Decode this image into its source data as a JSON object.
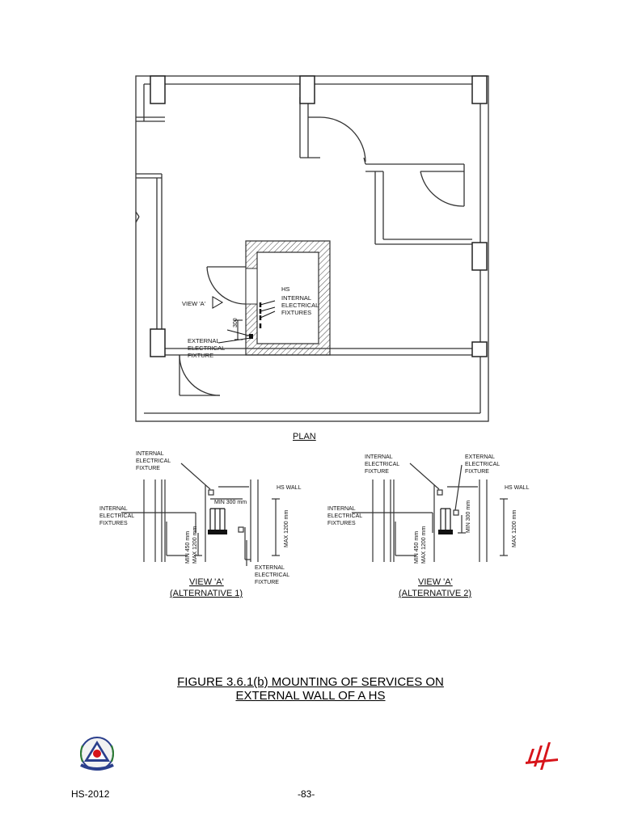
{
  "plan": {
    "title": "PLAN",
    "labels": {
      "view_a": "VIEW 'A'",
      "hs": "HS",
      "internal_fixtures": [
        "INTERNAL",
        "ELECTRICAL",
        "FIXTURES"
      ],
      "external_fixture": [
        "EXTERNAL",
        "ELECTRICAL",
        "FIXTURE"
      ],
      "dimension": "300"
    }
  },
  "alt1": {
    "title": "VIEW 'A'",
    "subtitle": "(ALTERNATIVE 1)",
    "internal_fixture": [
      "INTERNAL",
      "ELECTRICAL",
      "FIXTURE"
    ],
    "hs_wall": "HS WALL",
    "min_300": "MIN 300 mm",
    "internal_fixtures": [
      "INTERNAL",
      "ELECTRICAL",
      "FIXTURES"
    ],
    "min_450": "MIN 450 mm",
    "max_1200a": "MAX 1200 mm",
    "max_1200b": "MAX 1200 mm",
    "external_fixture": [
      "EXTERNAL",
      "ELECTRICAL",
      "FIXTURE"
    ]
  },
  "alt2": {
    "title": "VIEW 'A'",
    "subtitle": "(ALTERNATIVE 2)",
    "internal_fixture": [
      "INTERNAL",
      "ELECTRICAL",
      "FIXTURE"
    ],
    "external_fixture": [
      "EXTERNAL",
      "ELECTRICAL",
      "FIXTURE"
    ],
    "hs_wall": "HS WALL",
    "internal_fixtures": [
      "INTERNAL",
      "ELECTRICAL",
      "FIXTURES"
    ],
    "min_300": "MIN 300 mm",
    "min_450": "MIN 450 mm",
    "max_1200a": "MAX 1200 mm",
    "max_1200b": "MAX 1200 mm"
  },
  "caption": {
    "line1": "FIGURE 3.6.1(b)  MOUNTING OF SERVICES ON",
    "line2": "EXTERNAL WALL OF A HS"
  },
  "footer": {
    "doc_code": "HS-2012",
    "page_number": "-83-"
  },
  "logos": {
    "left": "scdf-crest-logo",
    "right": "bca-logo",
    "right_color": "#d7141a"
  }
}
